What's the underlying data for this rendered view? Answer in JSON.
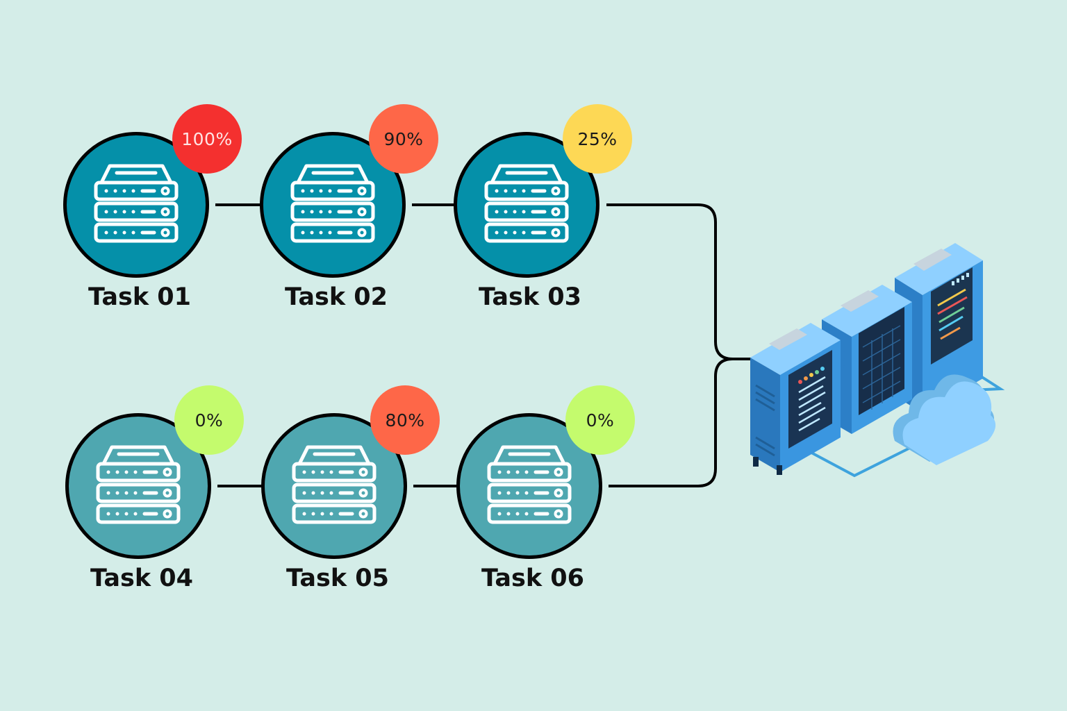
{
  "diagram": {
    "tasks": [
      {
        "label": "Task 01",
        "progress": "100%",
        "badge_color": "#f4302f",
        "badge_text_color": "#ffe4e4",
        "node_color": "#0590a9"
      },
      {
        "label": "Task 02",
        "progress": "90%",
        "badge_color": "#fe6748",
        "badge_text_color": "#1a1a1a",
        "node_color": "#0590a9"
      },
      {
        "label": "Task 03",
        "progress": "25%",
        "badge_color": "#fdd855",
        "badge_text_color": "#1a1a1a",
        "node_color": "#0590a9"
      },
      {
        "label": "Task 04",
        "progress": "0%",
        "badge_color": "#c4fb6d",
        "badge_text_color": "#1a1a1a",
        "node_color": "#4fa7b0"
      },
      {
        "label": "Task 05",
        "progress": "80%",
        "badge_color": "#fe6748",
        "badge_text_color": "#1a1a1a",
        "node_color": "#4fa7b0"
      },
      {
        "label": "Task 06",
        "progress": "0%",
        "badge_color": "#c4fb6d",
        "badge_text_color": "#1a1a1a",
        "node_color": "#4fa7b0"
      }
    ],
    "icons": {
      "node_icon": "server-stack-icon",
      "cluster_icon": "server-cluster-cloud-icon"
    }
  }
}
